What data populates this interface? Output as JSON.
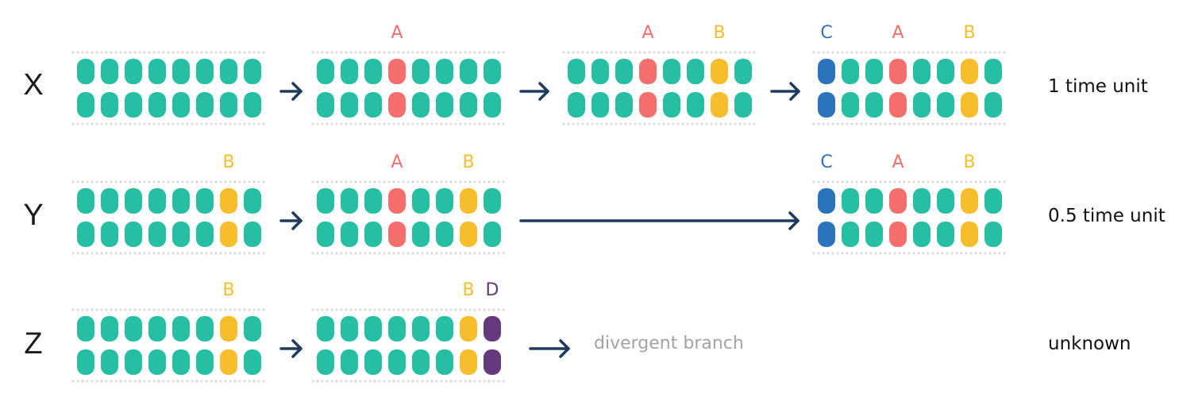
{
  "colors": {
    "base": "#27bfa3",
    "A": "#f46e6e",
    "B": "#f6bd2d",
    "C": "#2b74bd",
    "D": "#66397f",
    "arrow": "#1e3a5c",
    "dots": "#d9dae4",
    "muted_text": "#a3a3a3"
  },
  "rows": [
    {
      "id": "X",
      "label": "X",
      "time": "1 time unit",
      "stages": [
        {
          "mutations": {}
        },
        {
          "mutations": {
            "A": 3
          }
        },
        {
          "mutations": {
            "A": 3,
            "B": 6
          }
        },
        {
          "mutations": {
            "C": 0,
            "A": 3,
            "B": 6
          }
        }
      ],
      "connectors": [
        "arrow",
        "arrow",
        "arrow"
      ]
    },
    {
      "id": "Y",
      "label": "Y",
      "time": "0.5 time unit",
      "stages": [
        {
          "mutations": {
            "B": 6
          }
        },
        {
          "mutations": {
            "A": 3,
            "B": 6
          }
        },
        {
          "mutations": {
            "C": 0,
            "A": 3,
            "B": 6
          }
        }
      ],
      "connectors": [
        "arrow",
        "long-arrow"
      ]
    },
    {
      "id": "Z",
      "label": "Z",
      "time": "unknown",
      "stages": [
        {
          "mutations": {
            "B": 6
          }
        },
        {
          "mutations": {
            "B": 6,
            "D": 7
          }
        }
      ],
      "connectors": [
        "arrow"
      ],
      "branch_text": "divergent branch"
    }
  ]
}
